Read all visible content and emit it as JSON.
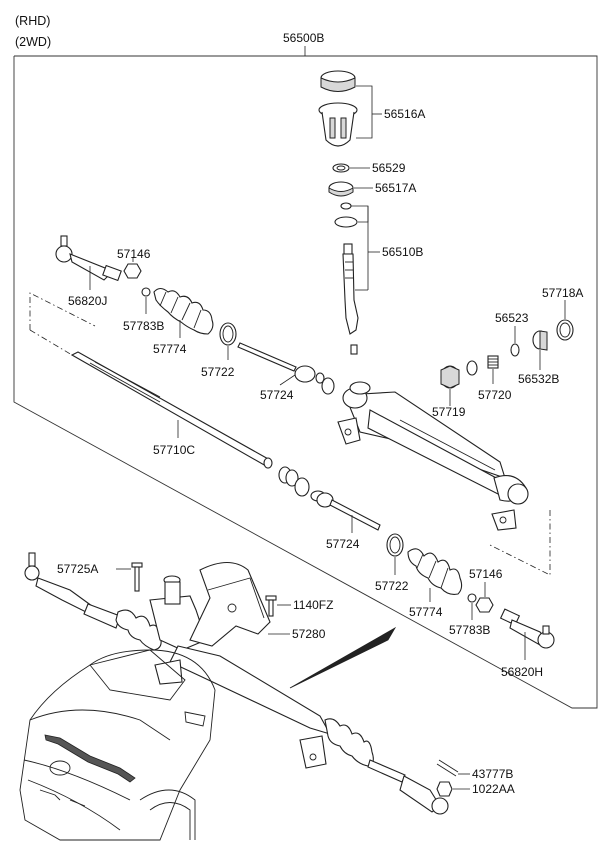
{
  "header": {
    "drive_side": "(RHD)",
    "drive_type": "(2WD)"
  },
  "assembly_label": "56500B",
  "part_labels": {
    "p56516A": "56516A",
    "p56529": "56529",
    "p56517A": "56517A",
    "p56510B": "56510B",
    "p57146_top": "57146",
    "p56820J": "56820J",
    "p57783B_top": "57783B",
    "p57774_top": "57774",
    "p57718A": "57718A",
    "p56523": "56523",
    "p56532B": "56532B",
    "p57722_top": "57722",
    "p57724_top": "57724",
    "p57719": "57719",
    "p57720": "57720",
    "p57710C": "57710C",
    "p57724_bottom": "57724",
    "p57722_bottom": "57722",
    "p57774_bottom": "57774",
    "p57146_bottom": "57146",
    "p57783B_bottom": "57783B",
    "p56820H": "56820H",
    "p57725A": "57725A",
    "p1140FZ": "1140FZ",
    "p57280": "57280",
    "p43777B": "43777B",
    "p1022AA": "1022AA"
  },
  "icons": {
    "vehicle": "suv-front-icon",
    "pointer": "callout-arrow-icon"
  }
}
